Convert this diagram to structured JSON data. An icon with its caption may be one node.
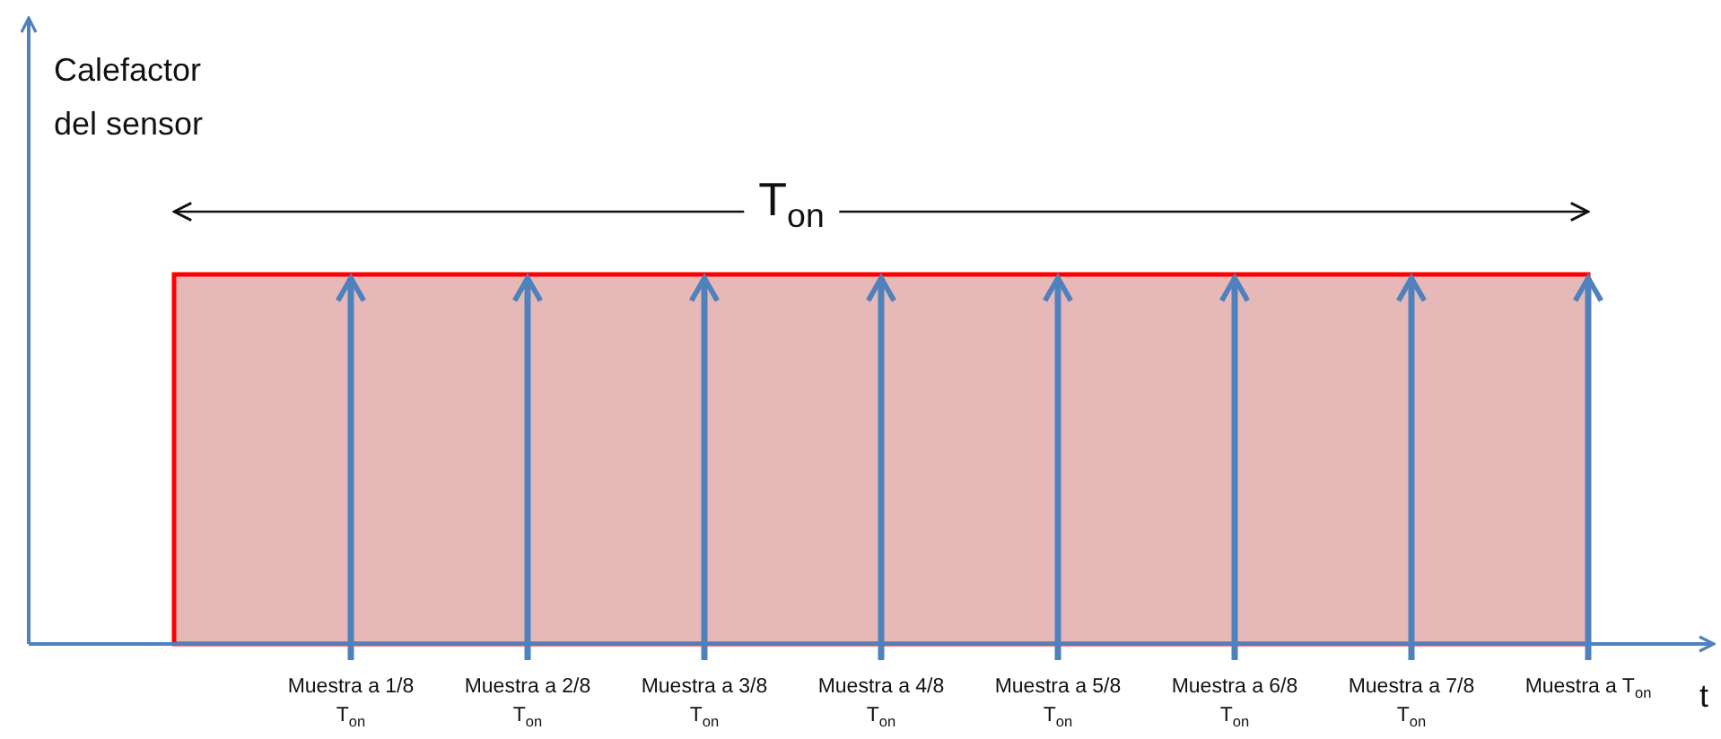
{
  "diagram": {
    "labels": [
      "Calefactor del sensor",
      "T$_{on}$",
      "Muestra a 1/8 T$_{on}$",
      "Muestra a 2/8 T$_{on}$",
      "Muestra a 3/8 T$_{on}$",
      "Muestra a 4/8 T$_{on}$",
      "Muestra a 5/8 T$_{on}$",
      "Muestra a 6/8 T$_{on}$",
      "Muestra a 7/8 T$_{on}$",
      "Muestra a T$_{on}$",
      "t"
    ]
  }
}
